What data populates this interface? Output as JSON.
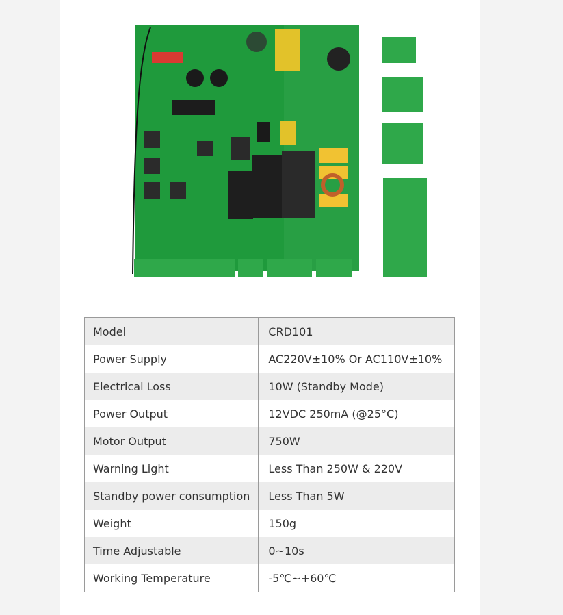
{
  "colors": {
    "page_bg": "#f3f3f3",
    "card_bg": "#ffffff",
    "pcb_green": "#1f9a3c",
    "terminal_green": "#2fa84a",
    "table_stripe": "#ececec",
    "table_border": "#9a9a9a",
    "text": "#333333"
  },
  "product_image": {
    "icon": "controller-board-photo"
  },
  "specs": [
    {
      "label": "Model",
      "value": "CRD101"
    },
    {
      "label": "Power Supply",
      "value": "AC220V±10% Or AC110V±10%"
    },
    {
      "label": "Electrical Loss",
      "value": "10W (Standby Mode)"
    },
    {
      "label": "Power Output",
      "value": "12VDC 250mA (@25°C)"
    },
    {
      "label": "Motor Output",
      "value": "750W"
    },
    {
      "label": "Warning Light",
      "value": "Less Than 250W & 220V"
    },
    {
      "label": "Standby power consumption",
      "value": "Less Than 5W"
    },
    {
      "label": "Weight",
      "value": "150g"
    },
    {
      "label": "Time Adjustable",
      "value": "0~10s"
    },
    {
      "label": "Working Temperature",
      "value": "-5℃~+60℃"
    }
  ]
}
